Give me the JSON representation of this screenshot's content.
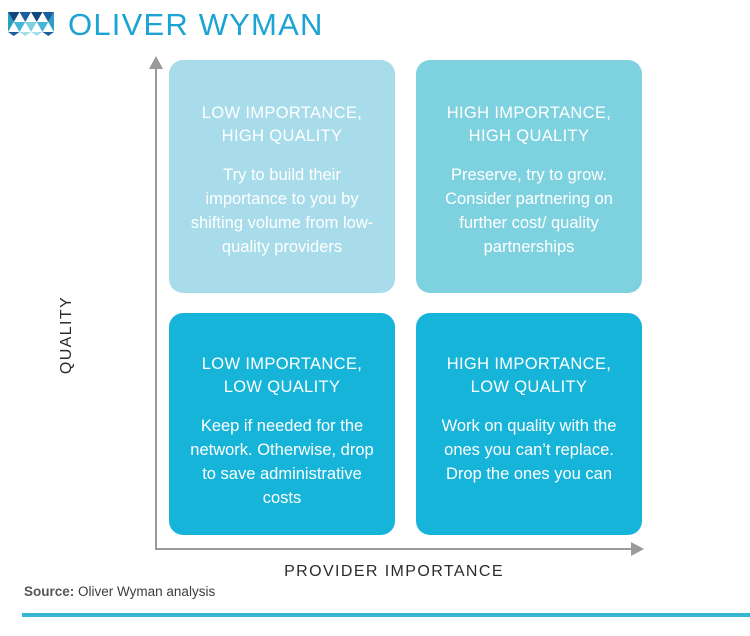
{
  "brand": {
    "name": "OLIVER WYMAN",
    "logo_icon": "oliver-wyman-cube-logo",
    "accent_color": "#1ba3d3",
    "rule_color": "#38b6d4"
  },
  "chart_data": {
    "type": "matrix",
    "title": "",
    "xlabel": "PROVIDER IMPORTANCE",
    "ylabel": "QUALITY",
    "quadrants": [
      {
        "position": "top-left",
        "title": "LOW IMPORTANCE,\nHIGH QUALITY",
        "body": "Try to build their importance to you by shifting volume from low-quality providers",
        "color": "#a8dcea"
      },
      {
        "position": "top-right",
        "title": "HIGH IMPORTANCE,\nHIGH QUALITY",
        "body": "Preserve, try to grow. Consider partnering on further cost/ quality partnerships",
        "color": "#7ed2e0"
      },
      {
        "position": "bottom-left",
        "title": "LOW IMPORTANCE,\nLOW QUALITY",
        "body": "Keep if needed for the network. Otherwise, drop to save administrative costs",
        "color": "#16b4d8"
      },
      {
        "position": "bottom-right",
        "title": "HIGH IMPORTANCE,\nLOW QUALITY",
        "body": "Work on quality with the ones you can’t replace. Drop the ones you can",
        "color": "#16b4d8"
      }
    ],
    "axis_arrow_color": "#9a9a9a"
  },
  "footer": {
    "source_lead": "Source:",
    "source_text": "Oliver Wyman analysis"
  }
}
